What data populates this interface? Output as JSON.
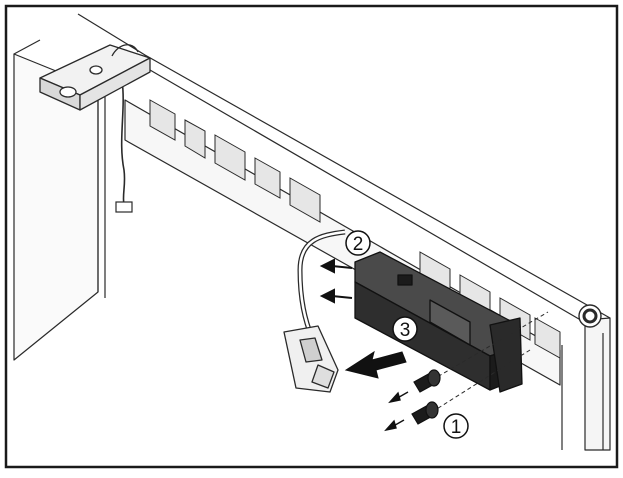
{
  "figure": {
    "frame_color": "#1a1a1a",
    "line_color": "#2a2a2a",
    "fill_light": "#f2f2f2",
    "fill_mid": "#d9d9d9",
    "fill_dark": "#4a4a4a",
    "fill_black": "#1b1b1b"
  },
  "callouts": [
    {
      "id": "step-1",
      "label": "1"
    },
    {
      "id": "step-2",
      "label": "2"
    },
    {
      "id": "step-3",
      "label": "3"
    }
  ],
  "icons": {
    "arrow_remove": "arrow-icon",
    "screw": "screw-icon",
    "hinge": "hinge-bracket-icon",
    "connector": "connector-icon"
  }
}
